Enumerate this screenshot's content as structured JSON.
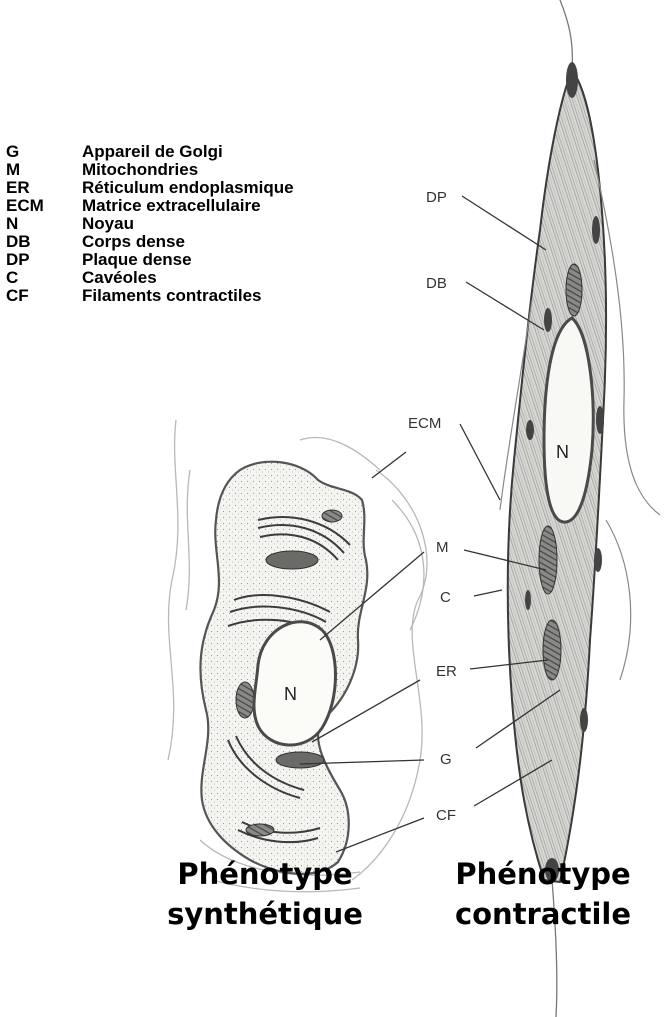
{
  "legend": [
    {
      "abbr": "G",
      "definition": "Appareil de Golgi"
    },
    {
      "abbr": "M",
      "definition": "Mitochondries"
    },
    {
      "abbr": "ER",
      "definition": "Réticulum endoplasmique"
    },
    {
      "abbr": "ECM",
      "definition": "Matrice extracellulaire"
    },
    {
      "abbr": "N",
      "definition": "Noyau"
    },
    {
      "abbr": "DB",
      "definition": "Corps dense"
    },
    {
      "abbr": "DP",
      "definition": "Plaque dense"
    },
    {
      "abbr": "C",
      "definition": "Cavéoles"
    },
    {
      "abbr": "CF",
      "definition": "Filaments contractiles"
    }
  ],
  "labels": {
    "dp": "DP",
    "db": "DB",
    "ecm": "ECM",
    "m": "M",
    "c": "C",
    "er": "ER",
    "g": "G",
    "cf": "CF",
    "nucleus_synthetic": "N",
    "nucleus_contractile": "N"
  },
  "captions": {
    "synthetic_line1": "Phénotype",
    "synthetic_line2": "synthétique",
    "contractile_line1": "Phénotype",
    "contractile_line2": "contractile"
  }
}
